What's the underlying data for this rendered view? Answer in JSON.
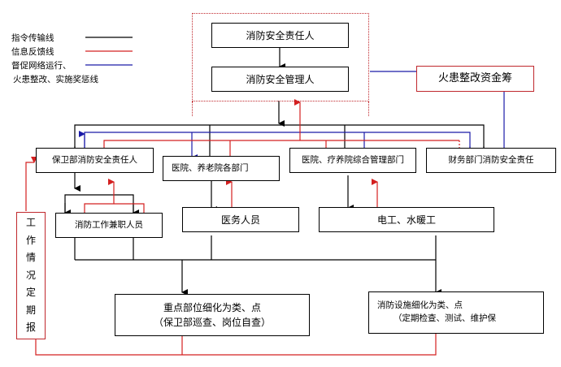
{
  "colors": {
    "command": "#000000",
    "feedback": "#d42020",
    "supervise": "#1a1aa8",
    "frame": "#c0282d"
  },
  "legend": [
    {
      "label": "指令传输线",
      "type": "command"
    },
    {
      "label": "信息反馈线",
      "type": "feedback"
    },
    {
      "label": "督促网络运行、",
      "type": "supervise"
    },
    {
      "label": "火患整改、实施奖惩线",
      "type": ""
    }
  ],
  "nodes": {
    "fire_safety_responsible": "消防安全责任人",
    "fire_safety_manager": "消防安全管理人",
    "fund_raising": "火患整改资金筹",
    "security_dept": "保卫部消防安全责任人",
    "hospital_elderly_dept": "医院、养老院各部门",
    "hospital_admin_dept": "医院、疗养院综合管理部门",
    "finance_dept": "财务部门消防安全责任",
    "fire_staff": "消防工作兼职人员",
    "medical_staff": "医务人员",
    "electrician": "电工、水暖工",
    "key_parts_line1": "重点部位细化为类、点",
    "key_parts_line2": "（保卫部巡查、岗位自查）",
    "facilities_line1": "消防设施细化为类、点",
    "facilities_line2": "（定期检查、测试、维护保",
    "report_chars": [
      "工",
      "作",
      "情",
      "况",
      "定",
      "期",
      "报"
    ]
  }
}
